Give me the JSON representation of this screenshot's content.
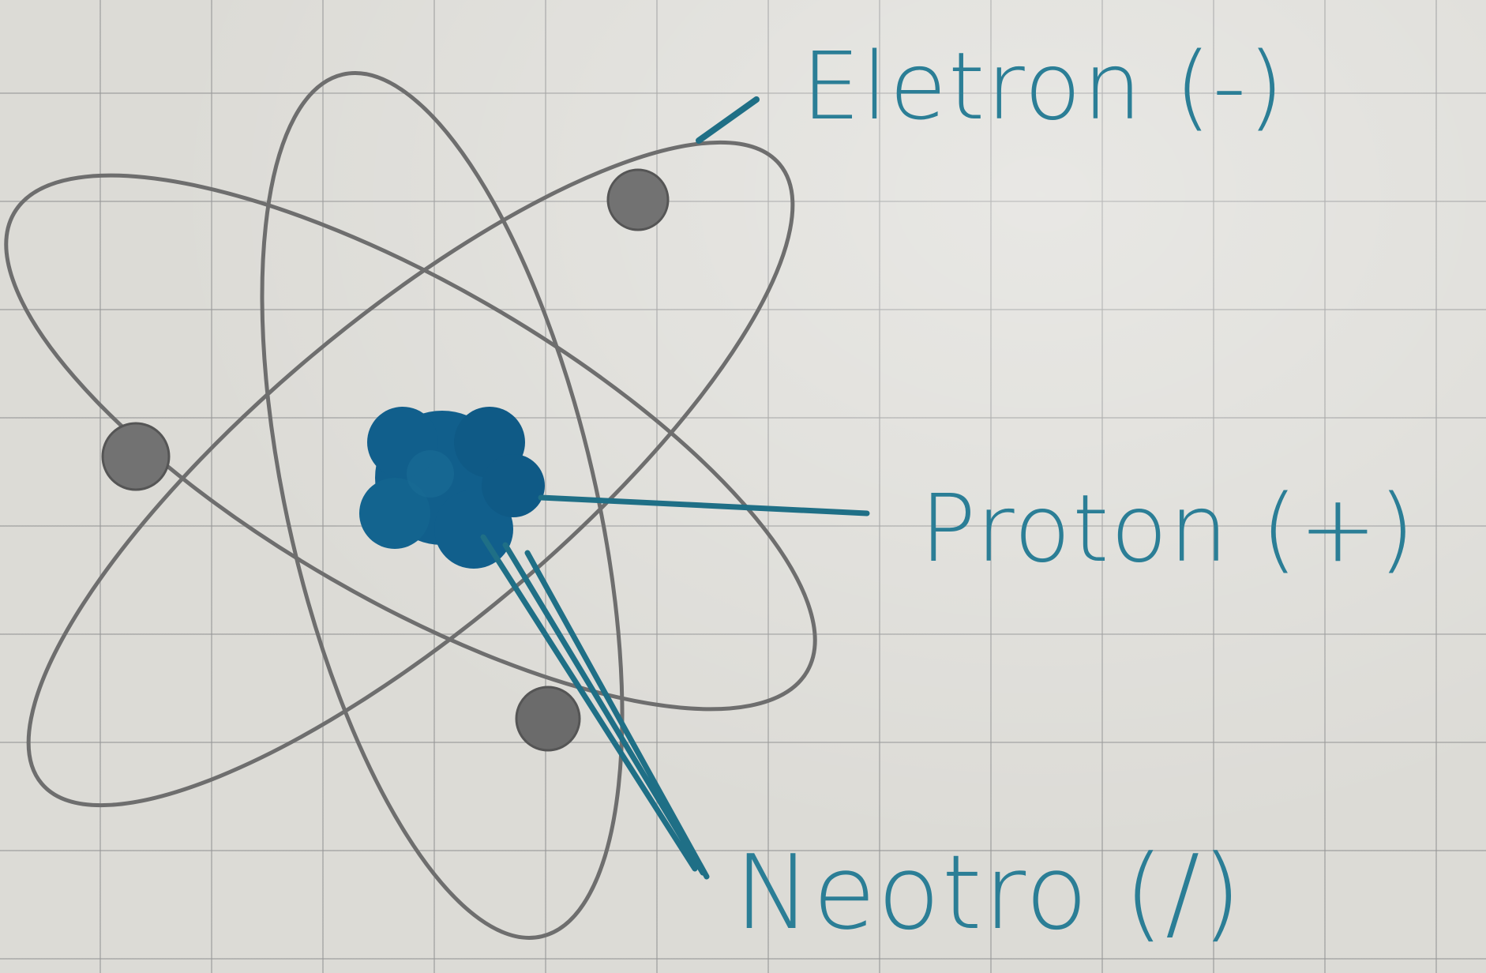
{
  "labels": {
    "electron": "Eletron (-)",
    "proton": "Proton (+)",
    "neutron": "Neotro (/)"
  },
  "colors": {
    "paper": "#dcdbd6",
    "grid": "#969696",
    "pencil": "#6e6e6e",
    "ink": "#2b7e96",
    "nucleus": "#115f8c"
  }
}
